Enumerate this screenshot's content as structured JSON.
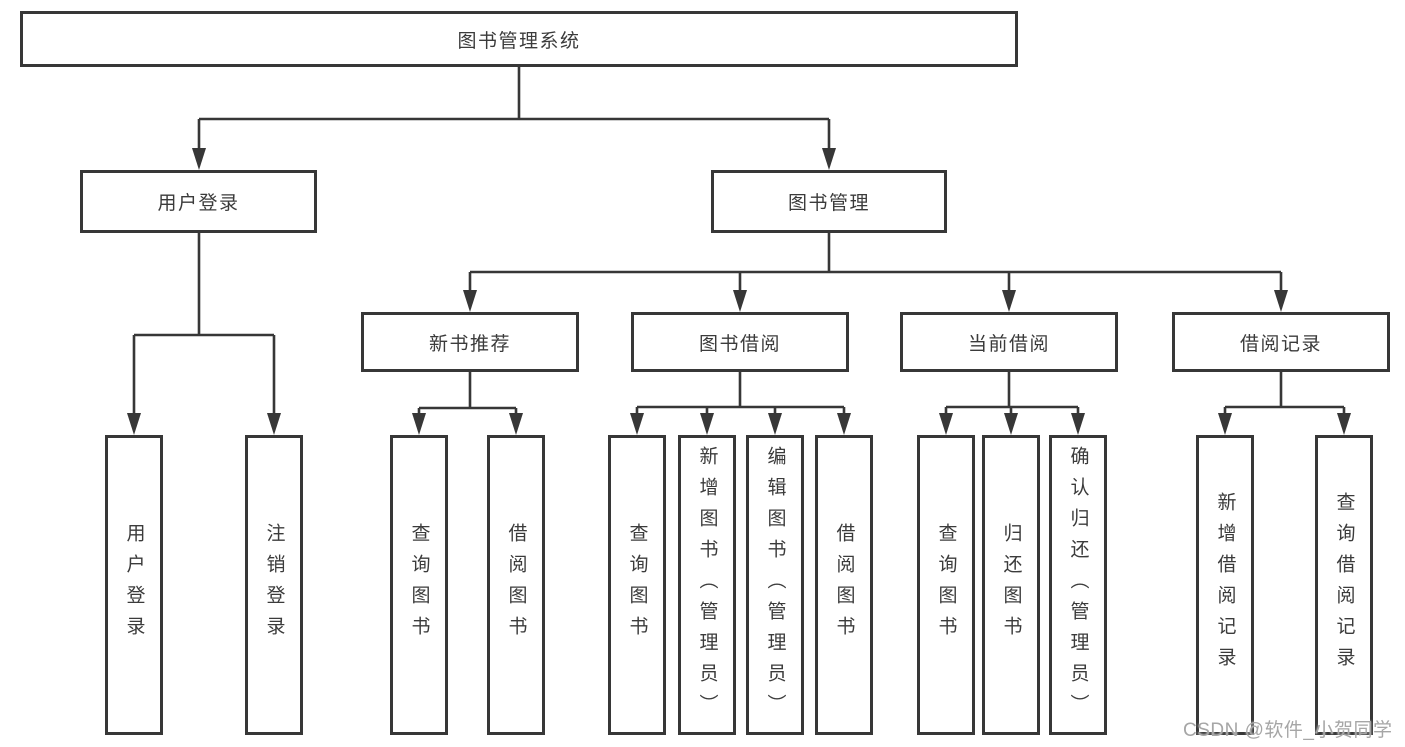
{
  "diagram": {
    "root": {
      "label": "图书管理系统"
    },
    "level2": [
      {
        "label": "用户登录"
      },
      {
        "label": "图书管理"
      }
    ],
    "level3": [
      {
        "label": "新书推荐"
      },
      {
        "label": "图书借阅"
      },
      {
        "label": "当前借阅"
      },
      {
        "label": "借阅记录"
      }
    ],
    "level4": [
      {
        "group": "用户登录",
        "label": "用户登录"
      },
      {
        "group": "用户登录",
        "label": "注销登录"
      },
      {
        "group": "新书推荐",
        "label": "查询图书"
      },
      {
        "group": "新书推荐",
        "label": "借阅图书"
      },
      {
        "group": "图书借阅",
        "label": "查询图书"
      },
      {
        "group": "图书借阅",
        "label": "新增图书（管理员）"
      },
      {
        "group": "图书借阅",
        "label": "编辑图书（管理员）"
      },
      {
        "group": "图书借阅",
        "label": "借阅图书"
      },
      {
        "group": "当前借阅",
        "label": "查询图书"
      },
      {
        "group": "当前借阅",
        "label": "归还图书"
      },
      {
        "group": "当前借阅",
        "label": "确认归还（管理员）"
      },
      {
        "group": "借阅记录",
        "label": "新增借阅记录"
      },
      {
        "group": "借阅记录",
        "label": "查询借阅记录"
      }
    ]
  },
  "watermark": {
    "text": "CSDN @软件_小贺同学"
  },
  "colors": {
    "line": "#373737",
    "text": "#3b3b3b",
    "background": "#ffffff",
    "watermark": "#a6a6a6"
  }
}
